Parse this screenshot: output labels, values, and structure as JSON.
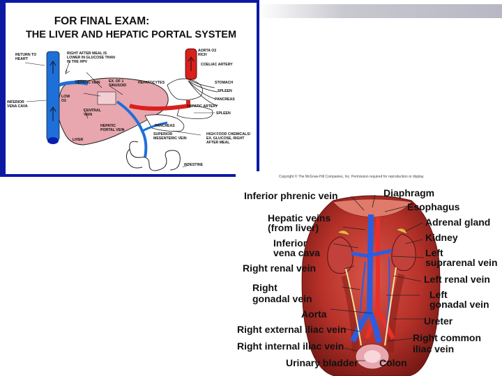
{
  "liver_diagram": {
    "title_line1": "FOR FINAL EXAM:",
    "title_line2": "THE LIVER AND HEPATIC PORTAL SYSTEM",
    "labels": {
      "return_to_heart": "RETURN TO HEART",
      "right_after_meal": "RIGHT AFTER MEAL IS LOWER IN GLUCOSE THAN IN THE HPV",
      "aorta_o2_rich": "AORTA O2 RICH",
      "coeliac_artery": "COELIAC ARTERY",
      "hepatic_vein": "HEPATIC VEIN",
      "ex_of_1_sinusoid": "EX. OF 1 SINUSOID",
      "hepatocytes": "HEPATOCYTES",
      "stomach": "STOMACH",
      "spleen_upper": "SPLEEN",
      "pancreas_upper": "PANCREAS",
      "inferior_vena_cava": "INFERIOR VENA CAVA",
      "low_o2": "LOW O2",
      "central_vein": "CENTRAL VEIN",
      "hepatic_artery": "HEPATIC ARTERY",
      "spleen_lower": "SPLEEN",
      "hepatic_portal_vein": "HEPATIC PORTAL VEIN",
      "pancreas_lower": "PANCREAS",
      "superior_mesenteric_vein": "SUPERIOR MESENTERIC VEIN",
      "liver": "LIVER",
      "high_food_chemicals": "HIGH FOOD CHEMICALS! EX. GLUCOSE, RIGHT AFTER MEAL",
      "intestine": "INTESTINE"
    }
  },
  "anatomy_diagram": {
    "copyright": "Copyright © The McGraw-Hill Companies, Inc. Permission required for reproduction or display.",
    "labels": {
      "inferior_phrenic_vein": "Inferior phrenic vein",
      "diaphragm": "Diaphragm",
      "esophagus": "Esophagus",
      "hepatic_veins_1": "Hepatic veins",
      "hepatic_veins_2": "(from liver)",
      "adrenal_gland": "Adrenal gland",
      "inferior_vc_1": "Inferior",
      "inferior_vc_2": "vena cava",
      "kidney": "Kidney",
      "left_suprarenal_1": "Left",
      "left_suprarenal_2": "suprarenal vein",
      "right_renal_vein": "Right renal vein",
      "left_renal_vein": "Left renal vein",
      "right_gonadal_1": "Right",
      "right_gonadal_2": "gonadal vein",
      "left_gonadal_1": "Left",
      "left_gonadal_2": "gonadal vein",
      "aorta": "Aorta",
      "right_external_iliac": "Right external iliac vein",
      "ureter": "Ureter",
      "right_common_iliac_1": "Right common",
      "right_common_iliac_2": "iliac vein",
      "right_internal_iliac": "Right internal iliac vein",
      "urinary_bladder": "Urinary bladder",
      "colon": "Colon"
    }
  },
  "colors": {
    "slide_border": "#0c1aa3",
    "vein_blue": "#1e6fd9",
    "artery_red": "#d9201c",
    "liver_pink": "#e8a6ae",
    "tissue_red": "#b8322a"
  }
}
